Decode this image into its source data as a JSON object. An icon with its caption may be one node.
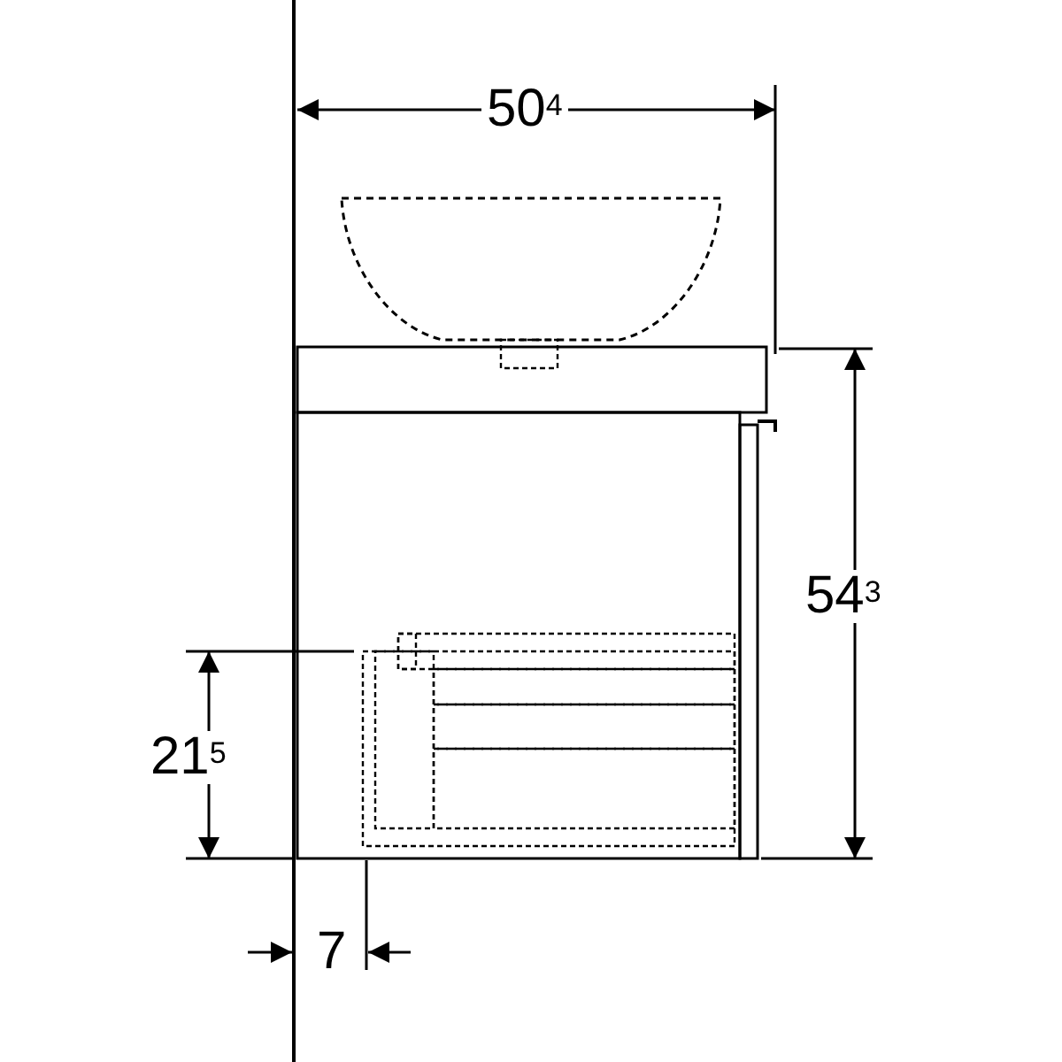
{
  "diagram": {
    "labels": [
      "50$^{4}$",
      "54$^{3}$",
      "21$^{5}$",
      "7"
    ]
  }
}
